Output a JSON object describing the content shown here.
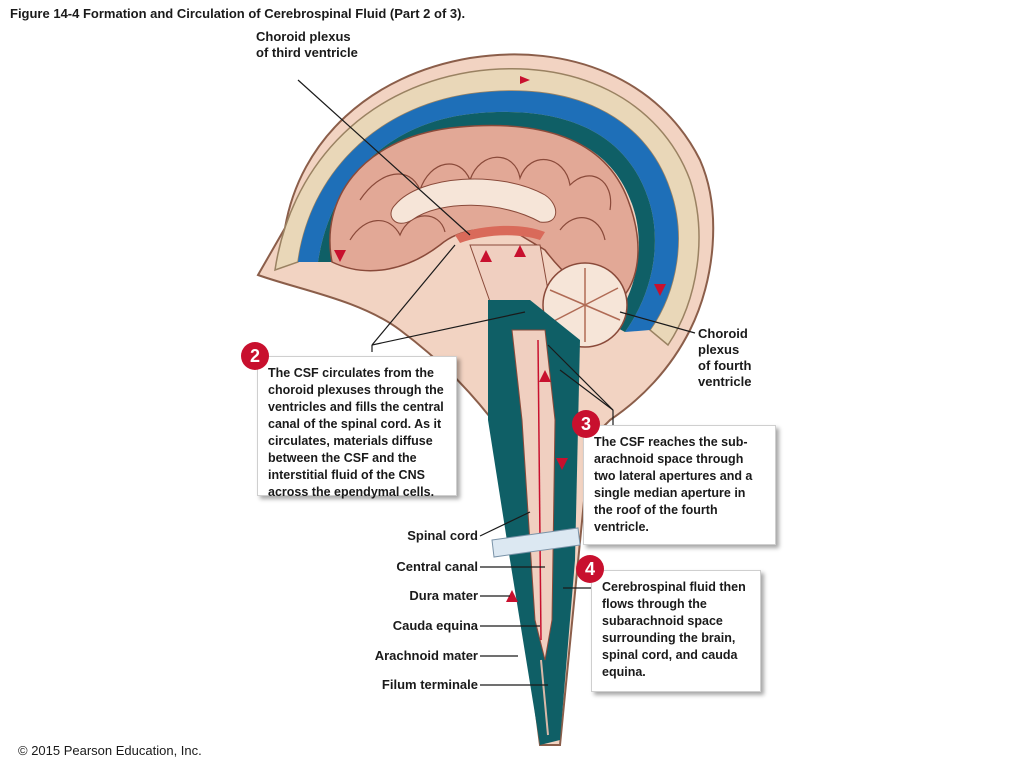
{
  "figure": {
    "title": "Figure 14-4 Formation and Circulation of Cerebrospinal Fluid (Part 2 of 3).",
    "copyright": "© 2015 Pearson Education, Inc."
  },
  "labels": {
    "choroid_third": [
      "Choroid plexus",
      "of third ventricle"
    ],
    "choroid_fourth": [
      "Choroid",
      "plexus",
      "of fourth",
      "ventricle"
    ],
    "spinal_cord": "Spinal cord",
    "central_canal": "Central canal",
    "dura_mater": "Dura mater",
    "cauda_equina": "Cauda equina",
    "arachnoid_mater": "Arachnoid mater",
    "filum_terminale": "Filum terminale"
  },
  "steps": [
    {
      "number": "2",
      "text": "The CSF circulates from the choroid plexuses through the ventricles and fills the central canal of the spinal cord. As it circulates, materials diffuse between the CSF and the interstitial fluid of the CNS across the ependymal cells."
    },
    {
      "number": "3",
      "text": "The CSF reaches the sub-arachnoid space through two lateral apertures and a single median aperture in the roof of the fourth ventricle."
    },
    {
      "number": "4",
      "text": "Cerebrospinal fluid then flows through the subarachnoid space surrounding the brain, spinal cord, and cauda equina."
    }
  ],
  "colors": {
    "accent_red": "#c8102e",
    "csf_blue": "#1e6fb8",
    "cord_teal": "#0f5f66",
    "brain_pink": "#e2a896",
    "skull_tan": "#e9d7b8"
  }
}
